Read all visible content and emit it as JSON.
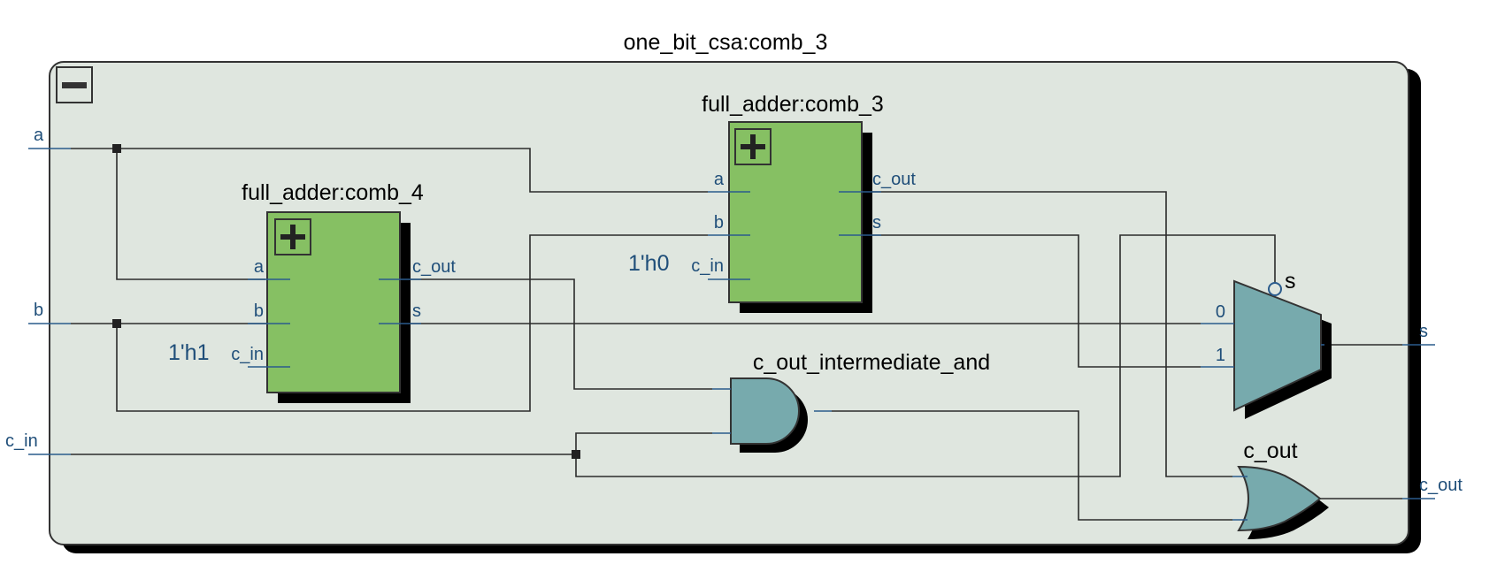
{
  "top_module": {
    "title": "one_bit_csa:comb_3",
    "collapse_glyph": "minus-icon",
    "inputs": [
      "a",
      "b",
      "c_in"
    ],
    "outputs": [
      "s",
      "c_out"
    ]
  },
  "adder_4": {
    "title": "full_adder:comb_4",
    "expand_glyph": "plus-icon",
    "in_ports": [
      "a",
      "b",
      "c_in"
    ],
    "out_ports": [
      "c_out",
      "s"
    ],
    "const_label": "1'h1"
  },
  "adder_3": {
    "title": "full_adder:comb_3",
    "expand_glyph": "plus-icon",
    "in_ports": [
      "a",
      "b",
      "c_in"
    ],
    "out_ports": [
      "c_out",
      "s"
    ],
    "const_label": "1'h0"
  },
  "and_gate": {
    "title": "c_out_intermediate_and"
  },
  "or_gate": {
    "title": "c_out"
  },
  "mux": {
    "select_label": "s",
    "in0_label": "0",
    "in1_label": "1"
  },
  "colors": {
    "module_fill": "#dfe6df",
    "submodule_fill": "#86c063",
    "gate_fill": "#77aaad",
    "wire": "#2b2b2b",
    "port_text": "#1f4e79",
    "pin": "#2a5b8c"
  }
}
